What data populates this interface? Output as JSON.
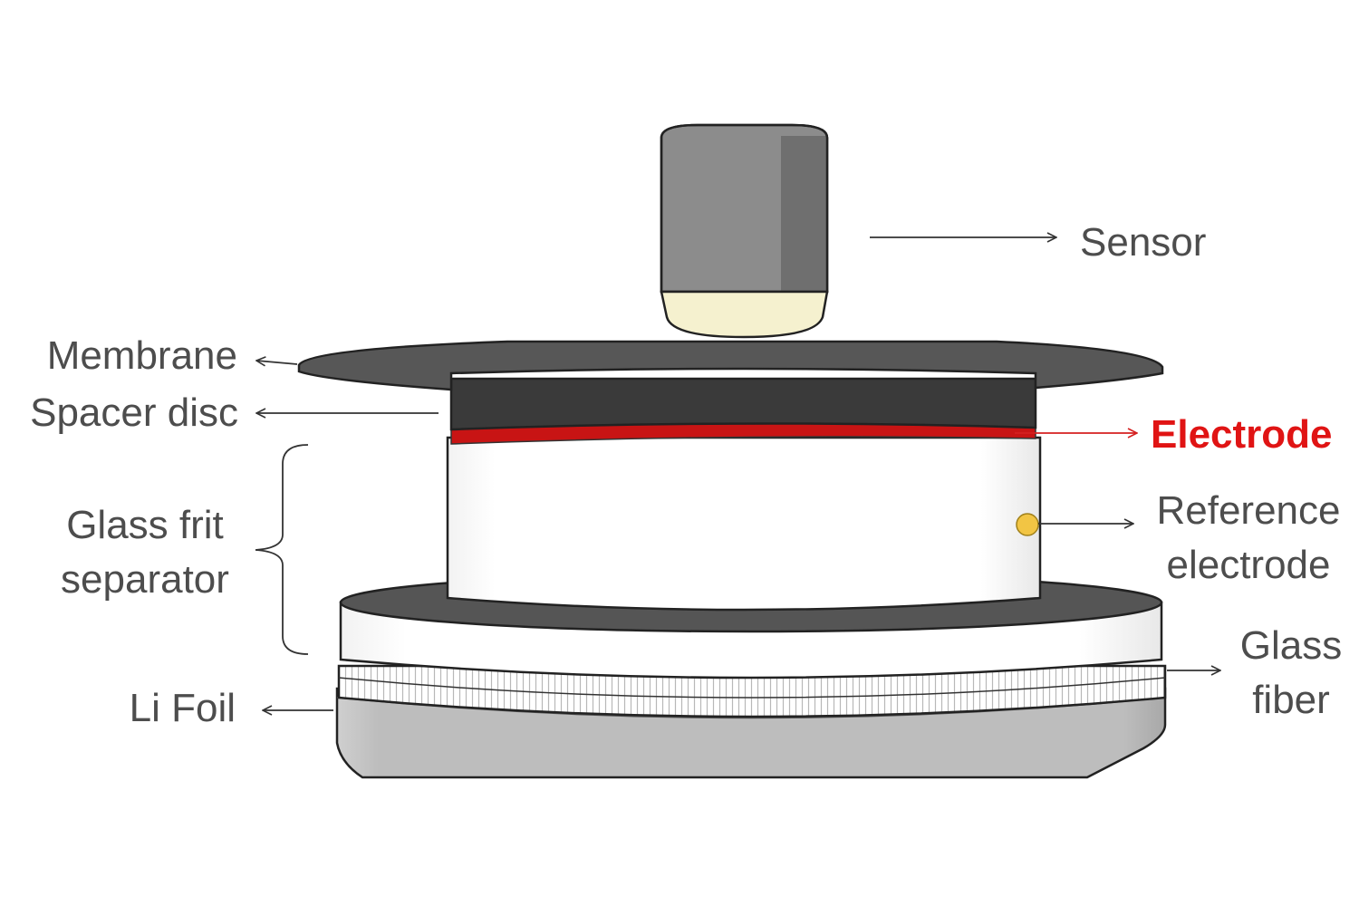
{
  "labels": {
    "sensor": "Sensor",
    "membrane": "Membrane",
    "spacer_disc": "Spacer disc",
    "electrode": "Electrode",
    "glass_frit_separator": [
      "Glass frit",
      "separator"
    ],
    "reference_electrode": [
      "Reference",
      "electrode"
    ],
    "glass_fiber": [
      "Glass",
      "fiber"
    ],
    "li_foil": "Li Foil"
  },
  "colors": {
    "label_text": "#4d4d4d",
    "electrode_highlight": "#e01414",
    "reference_dot": "#f2c544",
    "sensor_tip": "#f5f1cf"
  }
}
